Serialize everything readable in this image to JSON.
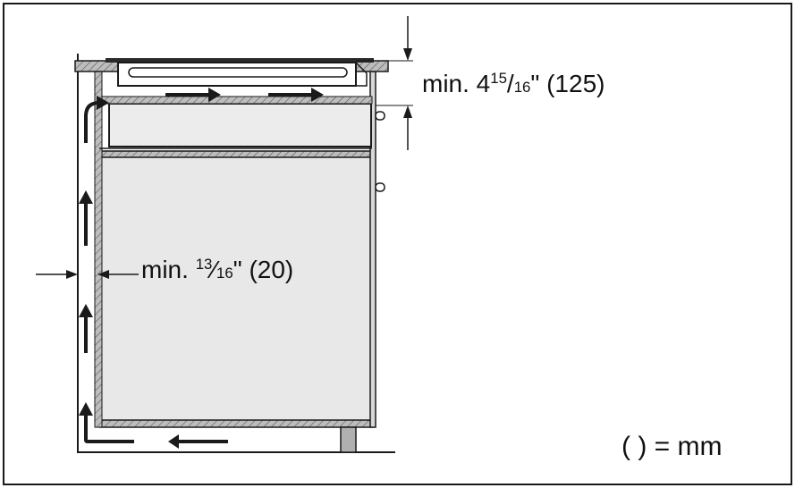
{
  "labels": {
    "top_clearance": {
      "prefix": "min. 4",
      "num": "15",
      "slash": "/",
      "den": "16",
      "suffix": "\" (125)"
    },
    "side_clearance": {
      "prefix": "min. ",
      "num": "13",
      "slash": "⁄",
      "den": "16",
      "suffix": "\" (20)"
    },
    "units_note": "( ) = mm"
  },
  "icons": {
    "airflow": "arrow-icon",
    "dimension": "dimension-arrow-icon"
  },
  "colors": {
    "cabinet_fill": "#e8e8e8",
    "drawer_fill": "#e3e3e3",
    "countertop_fill": "#c4c4c4",
    "line": "#1a1a1a",
    "background": "#ffffff"
  }
}
